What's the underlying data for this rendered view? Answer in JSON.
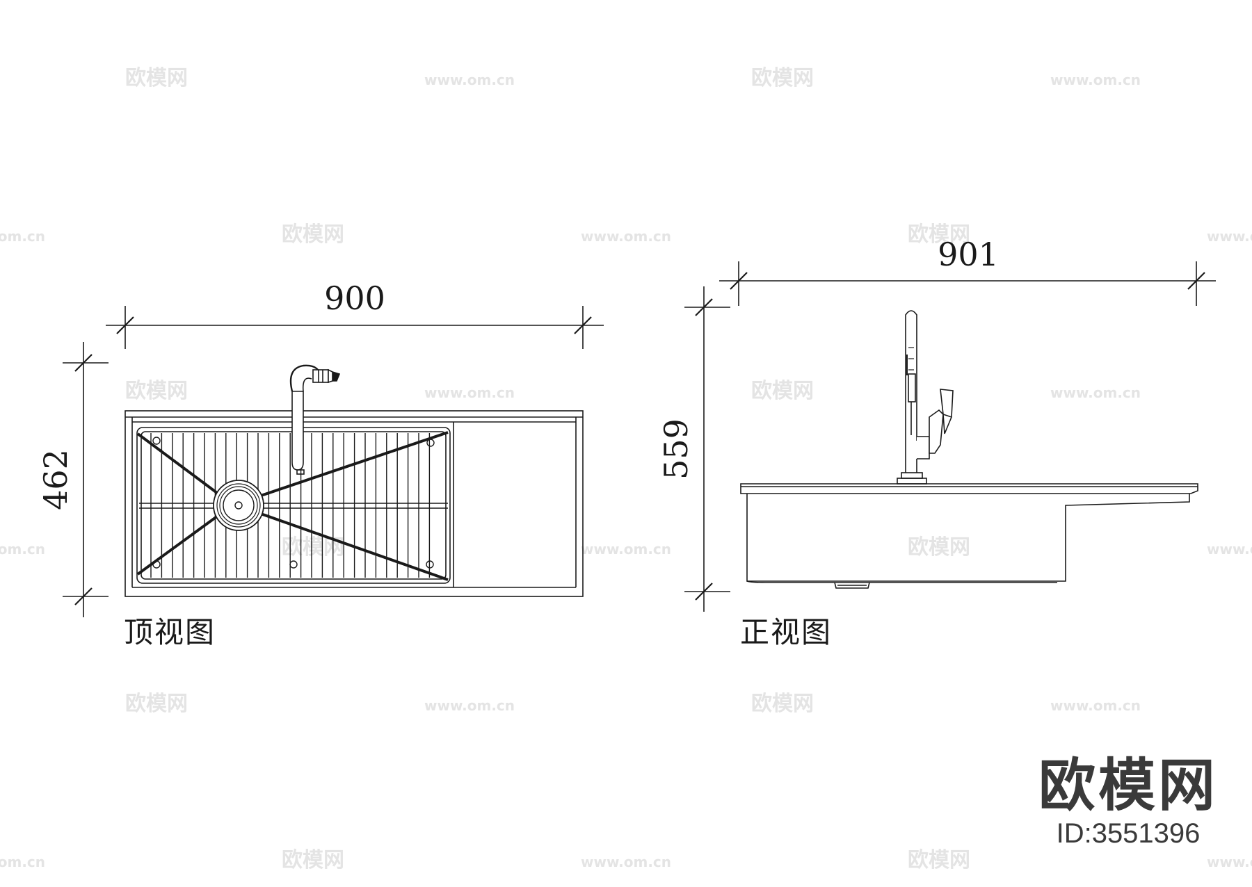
{
  "drawing": {
    "top_view": {
      "title": "顶视图",
      "width_dimension": "900",
      "depth_dimension": "462"
    },
    "front_view": {
      "title": "正视图",
      "width_dimension": "901",
      "height_dimension": "559"
    }
  },
  "watermark": {
    "logo_text": "欧模网",
    "site_text": "www.om.cn"
  },
  "brand": {
    "logo": "欧模网",
    "id_label": "ID:3551396"
  },
  "colors": {
    "line": "#1a1a1a",
    "watermark": "#e6e6e6",
    "brand": "#3a3a3a"
  }
}
